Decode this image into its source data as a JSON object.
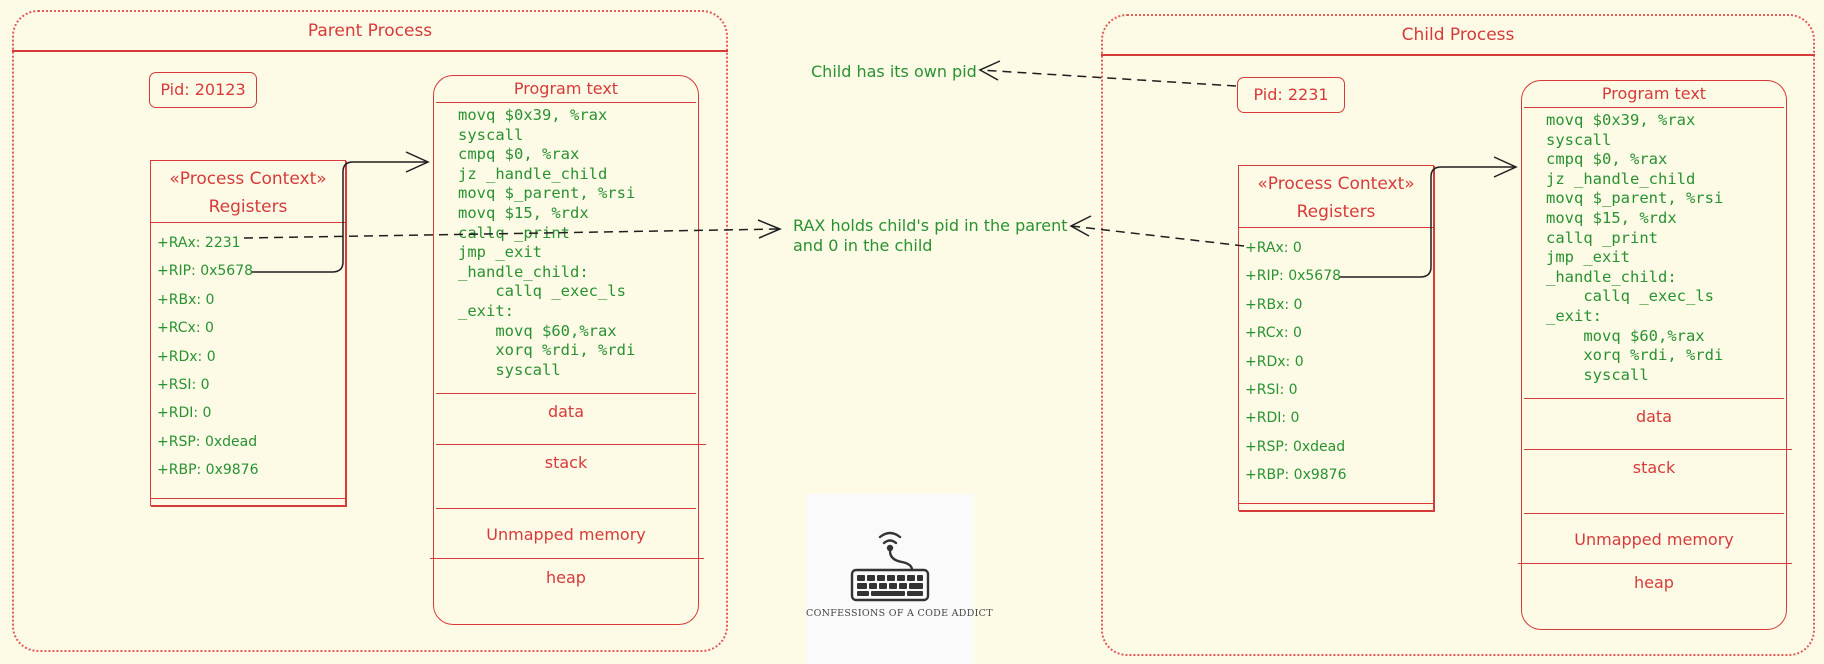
{
  "parent": {
    "title": "Parent Process",
    "pid": "Pid: 20123",
    "context_title": "«Process Context»",
    "context_subtitle": "Registers",
    "registers": [
      "+RAx: 2231",
      "+RIP: 0x5678",
      "+RBx: 0",
      "+RCx: 0",
      "+RDx: 0",
      "+RSI: 0",
      "+RDI: 0",
      "+RSP: 0xdead",
      "+RBP: 0x9876"
    ],
    "memory": {
      "program_text_label": "Program text",
      "code": "movq $0x39, %rax\nsyscall\ncmpq $0, %rax\njz _handle_child\nmovq $_parent, %rsi\nmovq $15, %rdx\ncallq _print\njmp _exit\n_handle_child:\n    callq _exec_ls\n_exit:\n    movq $60,%rax\n    xorq %rdi, %rdi\n    syscall",
      "data_label": "data",
      "stack_label": "stack",
      "unmapped_label": "Unmapped memory",
      "heap_label": "heap"
    }
  },
  "child": {
    "title": "Child Process",
    "pid": "Pid: 2231",
    "context_title": "«Process Context»",
    "context_subtitle": "Registers",
    "registers": [
      "+RAx: 0",
      "+RIP: 0x5678",
      "+RBx: 0",
      "+RCx: 0",
      "+RDx: 0",
      "+RSI: 0",
      "+RDI: 0",
      "+RSP: 0xdead",
      "+RBP: 0x9876"
    ],
    "memory": {
      "program_text_label": "Program text",
      "code": "movq $0x39, %rax\nsyscall\ncmpq $0, %rax\njz _handle_child\nmovq $_parent, %rsi\nmovq $15, %rdx\ncallq _print\njmp _exit\n_handle_child:\n    callq _exec_ls\n_exit:\n    movq $60,%rax\n    xorq %rdi, %rdi\n    syscall",
      "data_label": "data",
      "stack_label": "stack",
      "unmapped_label": "Unmapped memory",
      "heap_label": "heap"
    }
  },
  "annotations": {
    "child_pid": "Child has its own pid",
    "rax_line1": "RAX holds child's pid in the parent",
    "rax_line2": "and 0 in the child"
  },
  "logo": {
    "text": "CONFESSIONS OF A CODE ADDICT",
    "icon": "keyboard-wifi-icon"
  },
  "colors": {
    "background": "#fdfbe6",
    "red": "#d63a3a",
    "green": "#2a9132"
  }
}
